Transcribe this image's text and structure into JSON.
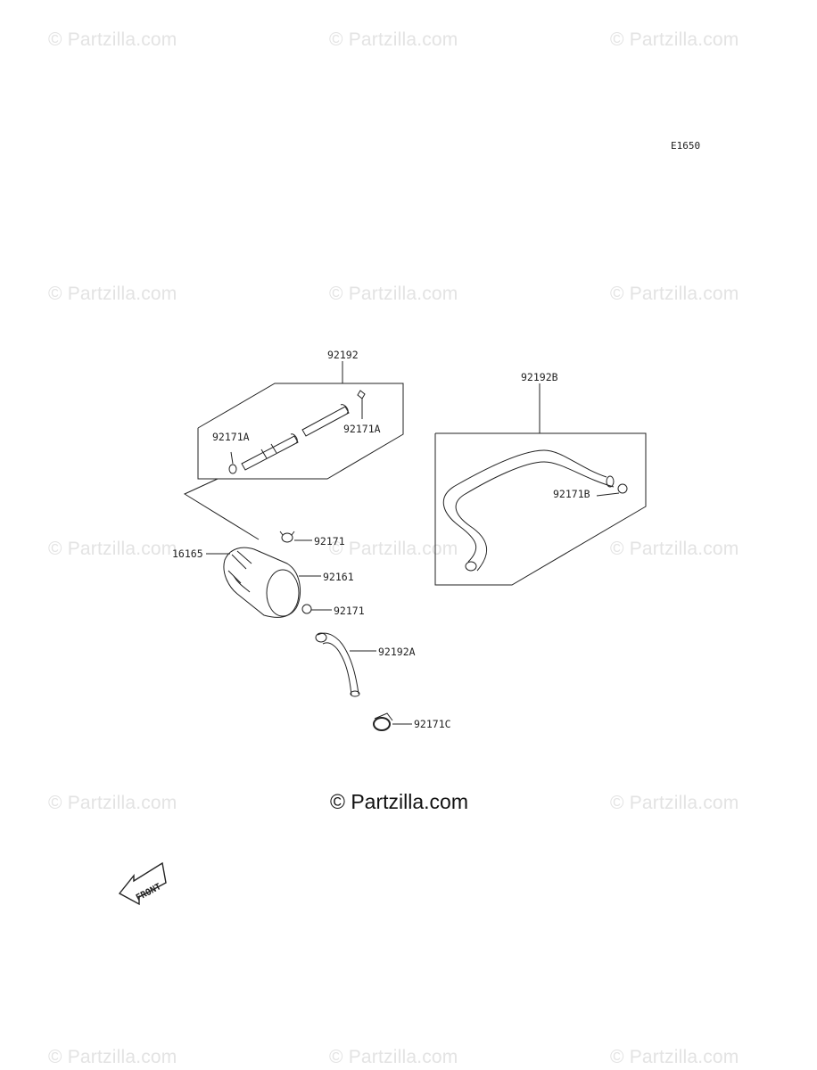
{
  "watermark": "© Partzilla.com",
  "main_watermark": "© Partzilla.com",
  "diagram_code": "E1650",
  "front_marker": "FRONT",
  "part_labels": {
    "p92192": "92192",
    "p92171A_left": "92171A",
    "p92171A_right": "92171A",
    "p92192B": "92192B",
    "p92171B": "92171B",
    "p92171_upper": "92171",
    "p16165": "16165",
    "p92161": "92161",
    "p92171_lower": "92171",
    "p92192A": "92192A",
    "p92171C": "92171C"
  }
}
